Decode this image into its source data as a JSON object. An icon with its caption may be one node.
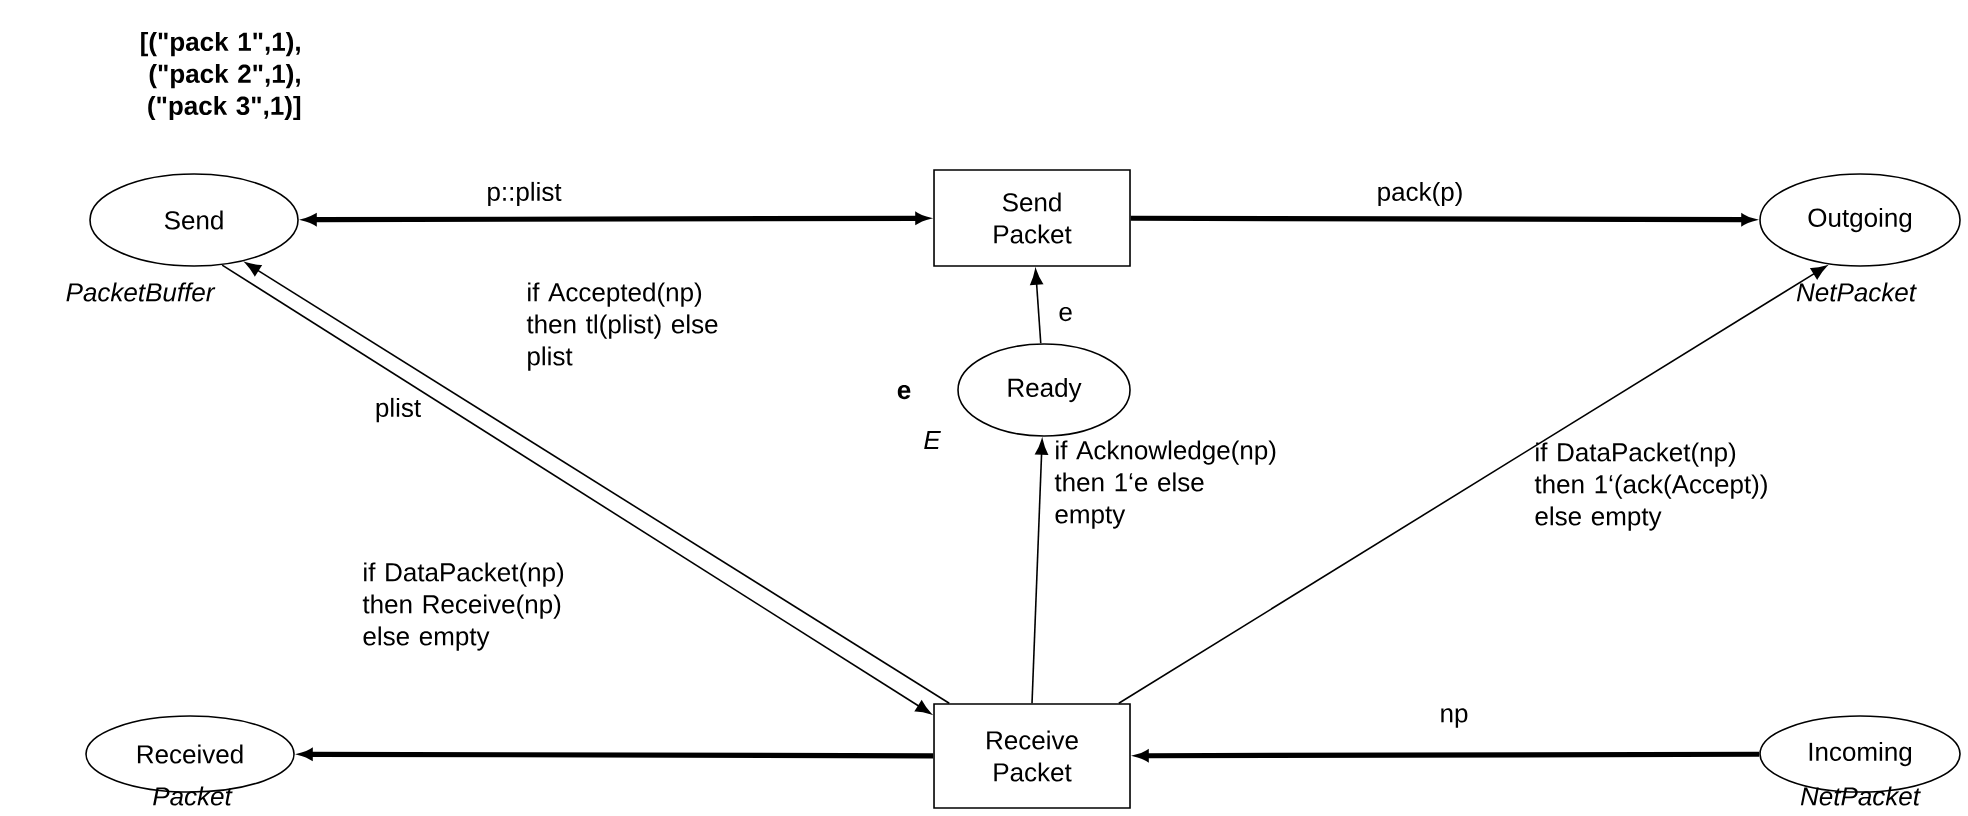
{
  "diagram": {
    "nodes": [
      {
        "text": [
          "Send"
        ],
        "beside": [
          "[(\"pack 1\",1), (\"pack 2\",1), (\"pack 3\",1)]",
          "PacketBuffer"
        ]
      },
      {
        "text": [
          "Send Packet"
        ]
      },
      {
        "text": [
          "Outgoing"
        ],
        "beside": [
          "NetPacket"
        ]
      },
      {
        "text": [
          "Ready"
        ],
        "beside": [
          "e",
          "E"
        ]
      },
      {
        "text": [
          "Received"
        ],
        "beside": [
          "Packet"
        ]
      },
      {
        "text": [
          "Receive Packet"
        ]
      },
      {
        "text": [
          "Incoming"
        ],
        "beside": [
          "NetPacket"
        ]
      }
    ],
    "edges": [
      {
        "from": 0,
        "to": 1,
        "arrow": "both",
        "label": "p::plist",
        "style": "thick"
      },
      {
        "from": 1,
        "to": 2,
        "arrow": "to",
        "label": "pack(p)",
        "style": "thick"
      },
      {
        "from": 3,
        "to": 1,
        "arrow": "to",
        "label": "e"
      },
      {
        "from": 5,
        "to": 0,
        "arrow": "to",
        "label": "if Accepted(np) then tl(plist) else plist"
      },
      {
        "from": 0,
        "to": 5,
        "arrow": "to",
        "label": "plist"
      },
      {
        "from": 5,
        "to": 3,
        "arrow": "to",
        "label": "if Acknowledge(np) then 1‘e else empty"
      },
      {
        "from": 5,
        "to": 2,
        "arrow": "to",
        "label": "if DataPacket(np) then 1‘(ack(Accept)) else empty"
      },
      {
        "from": 5,
        "to": 4,
        "arrow": "to",
        "label": "if DataPacket(np) then Receive(np) else empty",
        "style": "thick"
      },
      {
        "from": 6,
        "to": 5,
        "arrow": "to",
        "label": "np",
        "style": "thick"
      }
    ]
  }
}
